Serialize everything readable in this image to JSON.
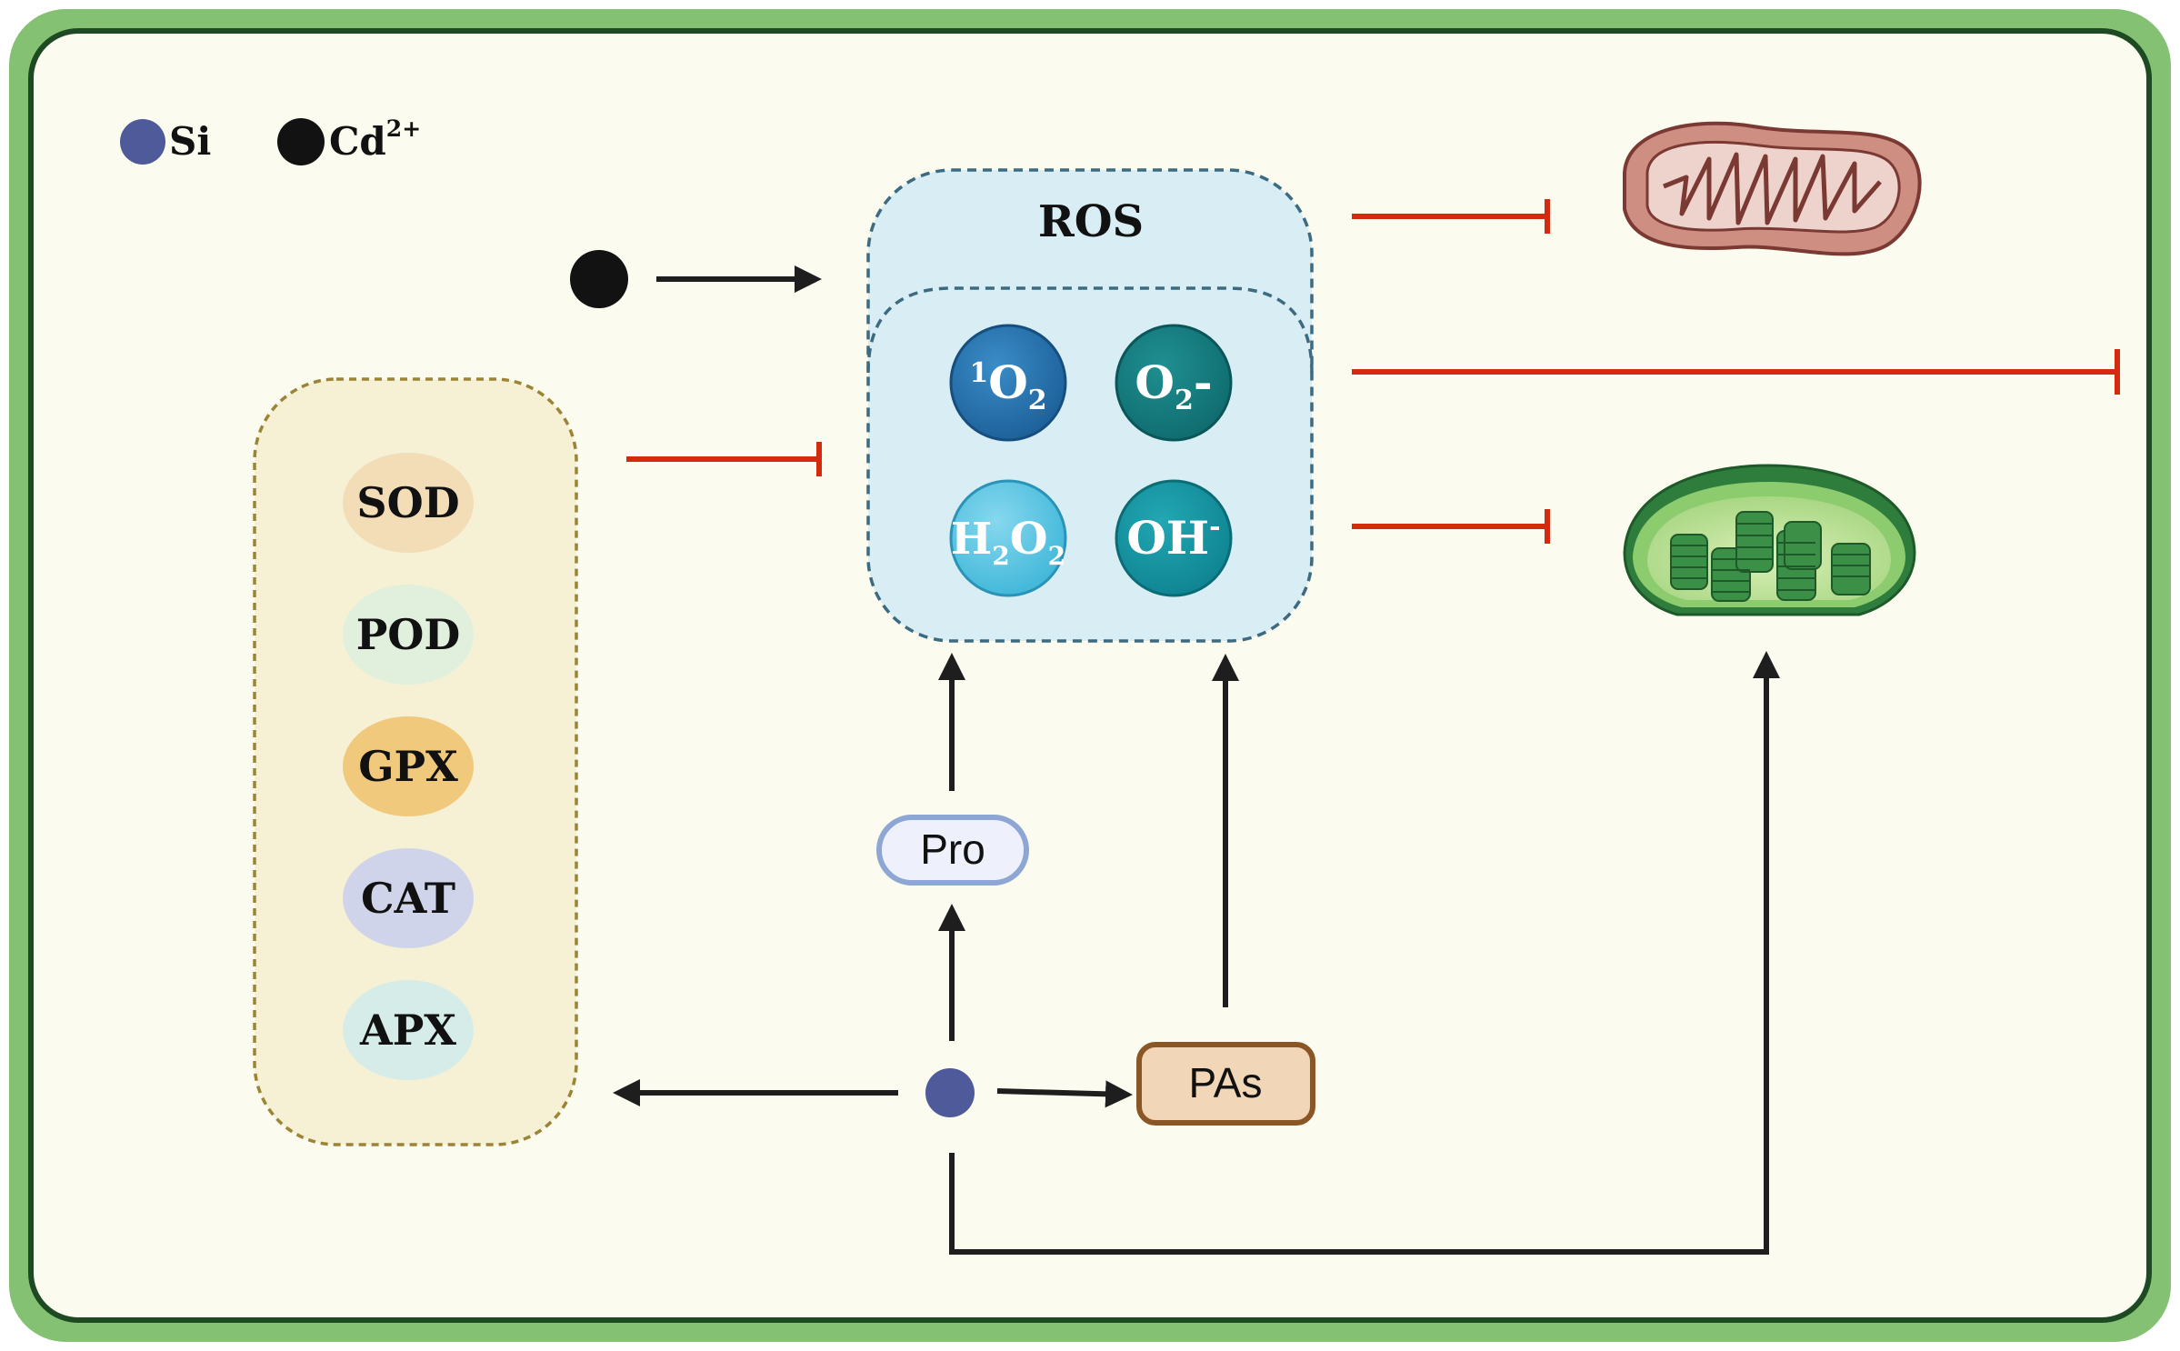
{
  "legend": {
    "si_label": "Si",
    "cd_label": "Cd",
    "cd_charge": "2+"
  },
  "ros": {
    "title": "ROS",
    "singlet_sup": "1",
    "singlet_main": "O",
    "singlet_sub": "2",
    "superoxide_main": "O",
    "superoxide_sub": "2",
    "superoxide_tail": "-",
    "peroxide_h": "H",
    "peroxide_sub1": "2",
    "peroxide_o": "O",
    "peroxide_sub2": "2",
    "hydroxyl_main": "OH",
    "hydroxyl_sup": "-"
  },
  "enzymes": [
    "SOD",
    "POD",
    "GPX",
    "CAT",
    "APX"
  ],
  "nodes": {
    "pro_label": "Pro",
    "pas_label": "PAs"
  },
  "colors": {
    "outer_border": "#84c172",
    "inner_border": "#1d4a22",
    "background": "#fbfcef",
    "si_dot": "#4f5a9a",
    "cd_dot": "#121212",
    "inhibit": "#d42a10",
    "arrow": "#1e1e1e",
    "ros_fill": "#d8edf4",
    "ros_border": "#3c6a80",
    "enzyme_box_fill": "#f6f0d4",
    "enzyme_box_border": "#9c8437",
    "sod": "#f2ddb7",
    "pod": "#e0f0dc",
    "gpx": "#f0c97d",
    "cat": "#cfd4ea",
    "apx": "#d6ece8",
    "pro_border": "#8ea6d4",
    "pas_fill": "#f1d6b8",
    "pas_border": "#8a5626"
  },
  "icons": [
    "mitochondrion-icon",
    "chloroplast-icon"
  ]
}
